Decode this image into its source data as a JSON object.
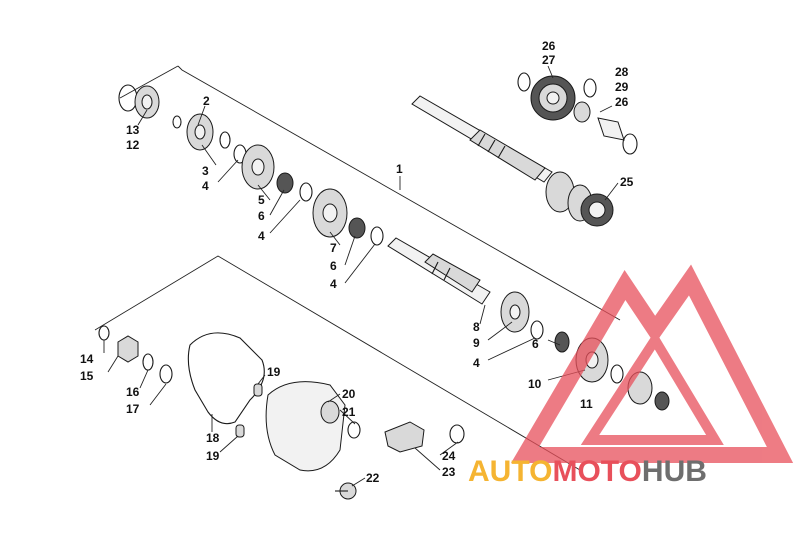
{
  "labels": [
    {
      "id": "26a",
      "text": "26"
    },
    {
      "id": "27",
      "text": "27"
    },
    {
      "id": "28",
      "text": "28"
    },
    {
      "id": "29",
      "text": "29"
    },
    {
      "id": "26b",
      "text": "26"
    },
    {
      "id": "2",
      "text": "2"
    },
    {
      "id": "13",
      "text": "13"
    },
    {
      "id": "12",
      "text": "12"
    },
    {
      "id": "3",
      "text": "3"
    },
    {
      "id": "4a",
      "text": "4"
    },
    {
      "id": "1",
      "text": "1"
    },
    {
      "id": "5",
      "text": "5"
    },
    {
      "id": "6a",
      "text": "6"
    },
    {
      "id": "4b",
      "text": "4"
    },
    {
      "id": "25",
      "text": "25"
    },
    {
      "id": "7",
      "text": "7"
    },
    {
      "id": "6b",
      "text": "6"
    },
    {
      "id": "4c",
      "text": "4"
    },
    {
      "id": "8",
      "text": "8"
    },
    {
      "id": "9",
      "text": "9"
    },
    {
      "id": "4d",
      "text": "4"
    },
    {
      "id": "6c",
      "text": "6"
    },
    {
      "id": "10",
      "text": "10"
    },
    {
      "id": "11",
      "text": "11"
    },
    {
      "id": "14",
      "text": "14"
    },
    {
      "id": "15",
      "text": "15"
    },
    {
      "id": "16",
      "text": "16"
    },
    {
      "id": "17",
      "text": "17"
    },
    {
      "id": "19a",
      "text": "19"
    },
    {
      "id": "20",
      "text": "20"
    },
    {
      "id": "21",
      "text": "21"
    },
    {
      "id": "18",
      "text": "18"
    },
    {
      "id": "19b",
      "text": "19"
    },
    {
      "id": "24",
      "text": "24"
    },
    {
      "id": "23",
      "text": "23"
    },
    {
      "id": "22",
      "text": "22"
    }
  ],
  "watermark": {
    "part1": "AUTO",
    "part2": "MOTO",
    "part3": "HUB",
    "color_orange": "#f5b432",
    "color_red": "#e8505b",
    "color_gray": "#6e6e6e"
  }
}
